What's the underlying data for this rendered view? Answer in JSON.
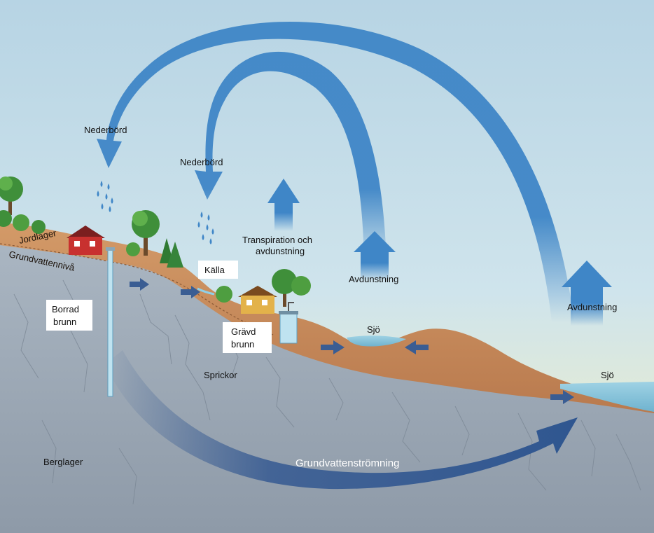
{
  "labels": {
    "precipitation_1": "Nederbörd",
    "precipitation_2": "Nederbörd",
    "transpiration_line1": "Transpiration och",
    "transpiration_line2": "avdunstning",
    "evaporation_1": "Avdunstning",
    "evaporation_2": "Avdunstning",
    "soil_layer": "Jordlager",
    "groundwater_level": "Grundvattennivå",
    "spring": "Källa",
    "drilled_well_line1": "Borrad",
    "drilled_well_line2": "brunn",
    "dug_well_line1": "Grävd",
    "dug_well_line2": "brunn",
    "lake": "Sjö",
    "sea": "Sjö",
    "fractures": "Sprickor",
    "bedrock": "Berglager",
    "groundwater_flow": "Grundvattenströmning"
  },
  "colors": {
    "sky_top": "#b9d6e6",
    "sky_bottom": "#f4f1c4",
    "arrow_blue": "#3f86c7",
    "soil": "#c98a5a",
    "bedrock": "#9ba8b5",
    "water": "#8fc5dc",
    "flow_arrow": "#3a5d93"
  },
  "icons": [
    "tree-icon",
    "house-red-icon",
    "house-yellow-icon",
    "raindrop-icon",
    "well-icon"
  ]
}
